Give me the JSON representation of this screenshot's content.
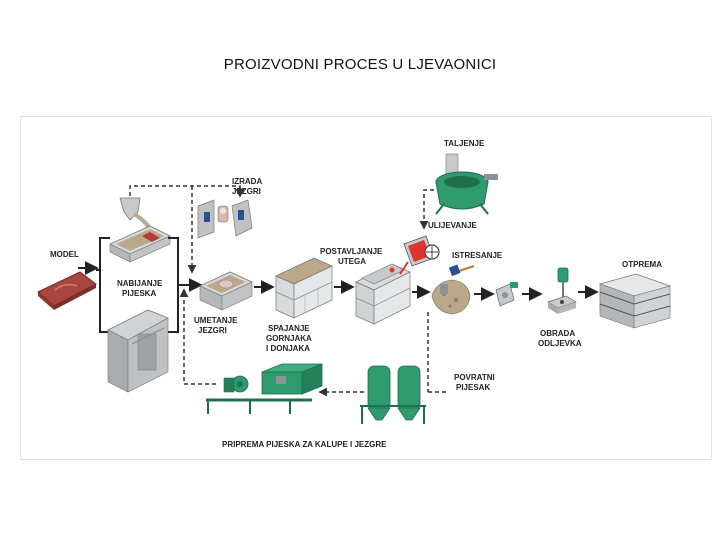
{
  "title": "PROIZVODNI PROCES U LJEVAONICI",
  "labels": {
    "model": "MODEL",
    "izrada_jezgri": [
      "IZRADA",
      "JEZGRI"
    ],
    "nabijanje_pijeska": [
      "NABIJANJE",
      "PIJESKA"
    ],
    "umetanje_jezgri": [
      "UMETANJE",
      "JEZGRI"
    ],
    "spajanje": [
      "SPAJANJE",
      "GORNJAKA",
      "I DONJAKA"
    ],
    "postavljanje_utega": [
      "POSTAVLJANJE",
      "UTEGA"
    ],
    "taljenje": "TALJENJE",
    "ulijevanje": "ULIJEVANJE",
    "istresanje": "ISTRESANJE",
    "obrada_odljevka": [
      "OBRADA",
      "ODLJEVKA"
    ],
    "otprema": "OTPREMA",
    "povratni_pijesak": [
      "POVRATNI",
      "PIJESAK"
    ],
    "priprema": "PRIPREMA PIJESKA ZA KALUPE I JEZGRE"
  },
  "colors": {
    "green": "#2f9a6f",
    "green_dark": "#1f6e4e",
    "sand": "#b9a98a",
    "gray": "#c7c9cc",
    "gray_dark": "#8e9296",
    "model_red": "#a8453f",
    "molten": "#e2332a"
  }
}
